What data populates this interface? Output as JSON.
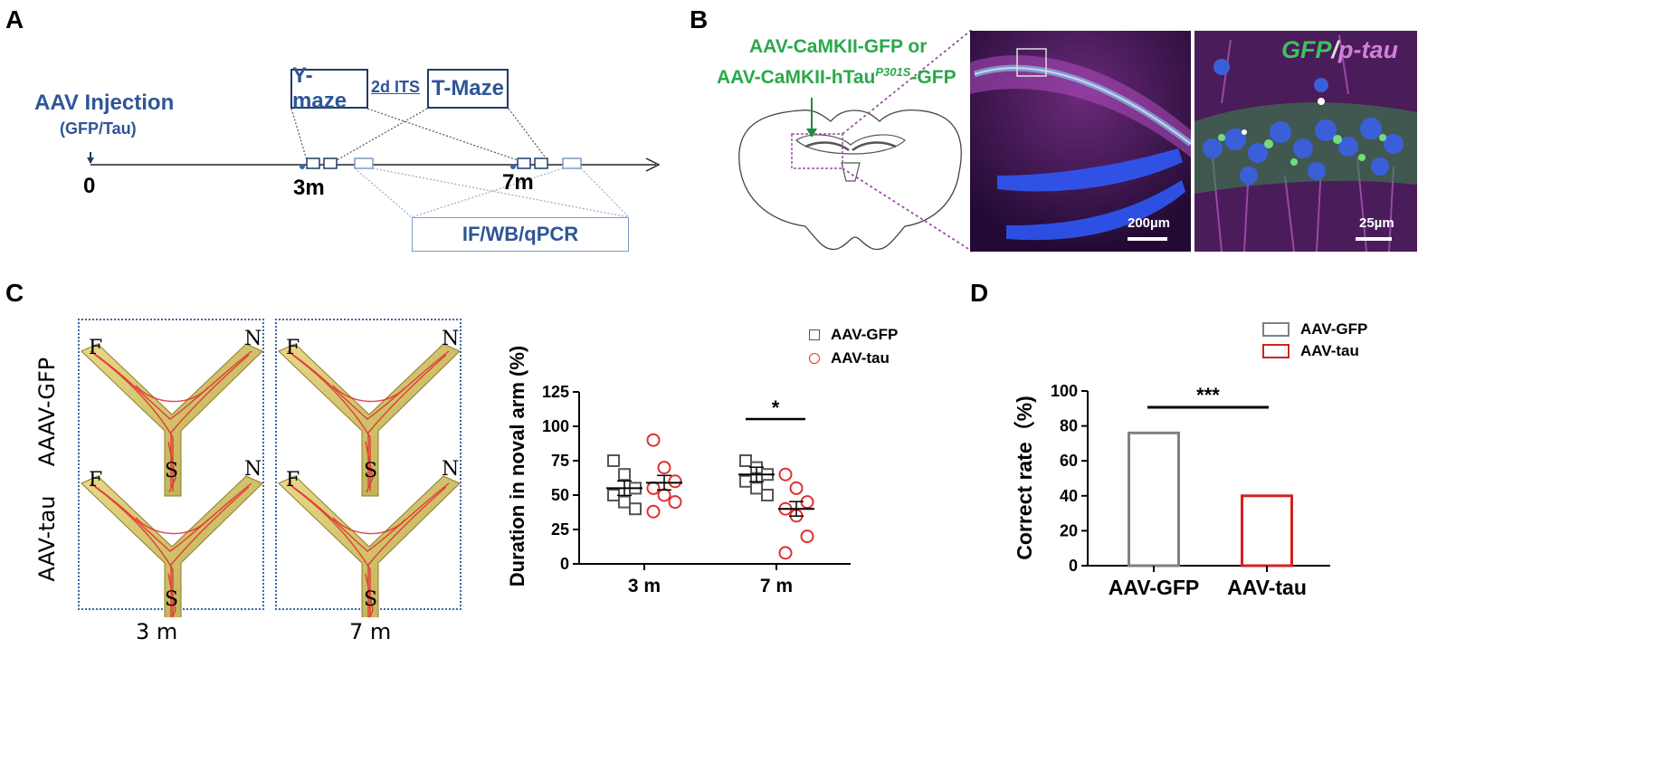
{
  "panels": {
    "a": "A",
    "b": "B",
    "c": "C",
    "d": "D"
  },
  "timeline": {
    "injection_label": "AAV Injection",
    "injection_sub": "(GFP/Tau)",
    "ymaze": "Y-maze",
    "its": "2d ITS",
    "tmaze": "T-Maze",
    "ticks": [
      "0",
      "3m",
      "7m"
    ],
    "assay": "IF/WB/qPCR"
  },
  "panelB": {
    "construct1": "AAV-CaMKII-GFP or",
    "construct2_pre": "AAV-CaMKII-hTau",
    "construct2_sup": "P301S",
    "construct2_post": "-GFP",
    "gfp_label": "GFP",
    "slash": "/",
    "ptau_label": "p-tau",
    "scale1": "200µm",
    "scale2": "25µm",
    "colors": {
      "green": "#2aa84a",
      "magenta": "#c25bc8",
      "blue": "#1d3fb0"
    }
  },
  "panelC": {
    "row_labels": [
      "AAAV-GFP",
      "AAV-tau"
    ],
    "col_labels": [
      "3 m",
      "7 m"
    ],
    "arm_labels": {
      "f": "F",
      "n": "N",
      "s": "S"
    }
  },
  "chart_data": [
    {
      "type": "scatter",
      "ylabel": "Duration in noval arm (%)",
      "ylim": [
        0,
        125
      ],
      "yticks": [
        "0",
        "25",
        "50",
        "75",
        "100",
        "125"
      ],
      "categories": [
        "3 m",
        "7 m"
      ],
      "series": [
        {
          "name": "AAV-GFP",
          "marker": "square",
          "color": "#555555",
          "points": {
            "3 m": [
              75,
              65,
              55,
              50,
              45,
              40
            ],
            "7 m": [
              75,
              70,
              65,
              60,
              55,
              50
            ]
          },
          "mean": {
            "3 m": 55,
            "7 m": 65
          }
        },
        {
          "name": "AAV-tau",
          "marker": "circle",
          "color": "#e03030",
          "points": {
            "3 m": [
              90,
              70,
              60,
              55,
              50,
              45,
              38
            ],
            "7 m": [
              65,
              55,
              45,
              40,
              35,
              20,
              8
            ]
          },
          "mean": {
            "3 m": 59,
            "7 m": 40
          }
        }
      ],
      "significance": "*",
      "legend": "top-right",
      "grid": false
    },
    {
      "type": "bar",
      "ylabel": "Correct rate（%)",
      "ylim": [
        0,
        100
      ],
      "yticks": [
        "0",
        "20",
        "40",
        "60",
        "80",
        "100"
      ],
      "categories": [
        "AAV-GFP",
        "AAV-tau"
      ],
      "values": [
        76,
        40
      ],
      "colors": [
        "#808080",
        "#d42020"
      ],
      "significance": "***",
      "legend": "top",
      "grid": false
    }
  ]
}
